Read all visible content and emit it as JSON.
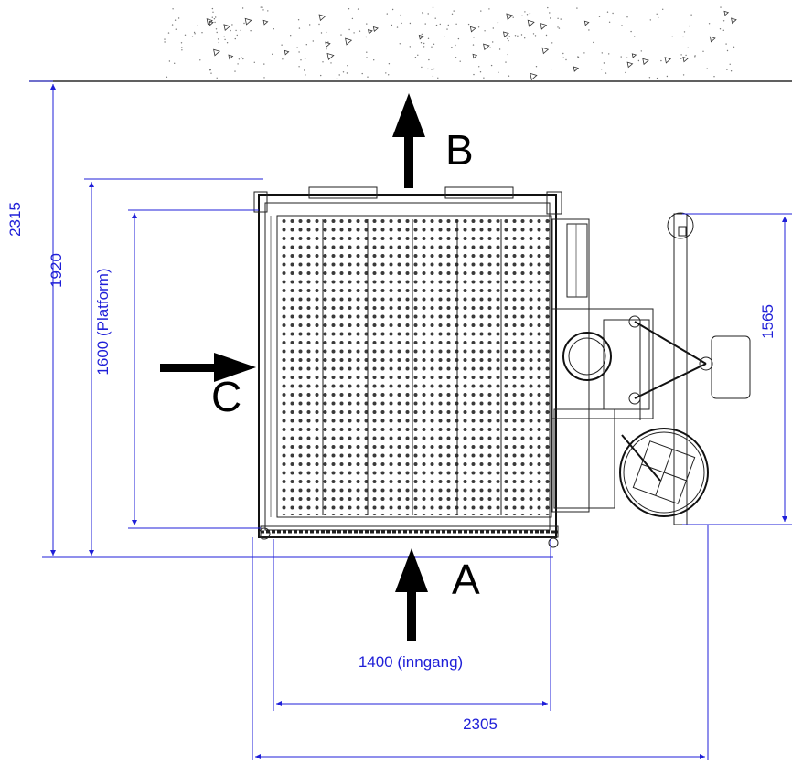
{
  "dimensions": {
    "overall_depth": "2315",
    "depth_1920": "1920",
    "platform": "1600 (Platform)",
    "right_depth": "1565",
    "entrance": "1400 (inngang)",
    "overall_width": "2305"
  },
  "access_labels": {
    "a": "A",
    "b": "B",
    "c": "C"
  },
  "colors": {
    "dimension": "#1f1fd8",
    "linework": "#222222"
  }
}
